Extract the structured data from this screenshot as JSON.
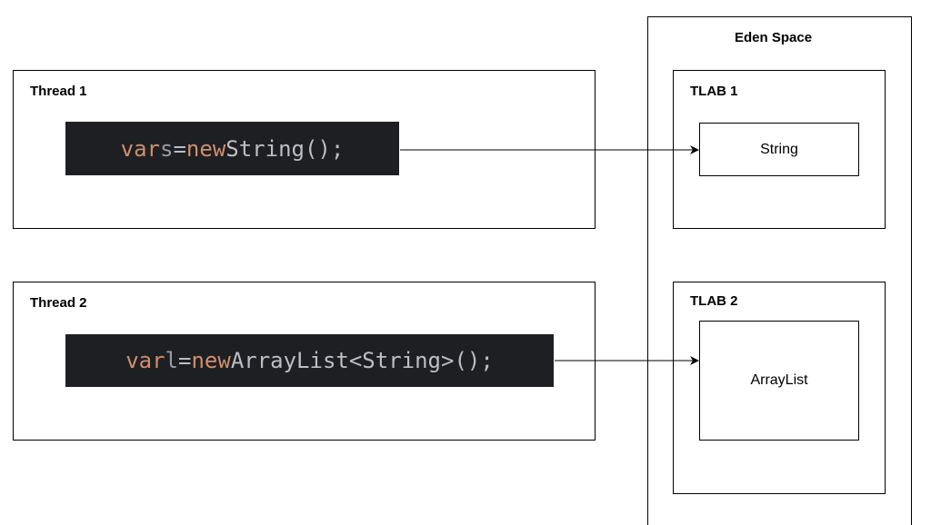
{
  "eden_space": {
    "title": "Eden Space",
    "tlabs": [
      {
        "title": "TLAB 1",
        "object": "String"
      },
      {
        "title": "TLAB 2",
        "object": "ArrayList"
      }
    ]
  },
  "threads": [
    {
      "title": "Thread 1",
      "code": {
        "kw1": "var",
        "var": "s",
        "eq": "=",
        "kw2": "new",
        "rest": "String();"
      }
    },
    {
      "title": "Thread 2",
      "code": {
        "kw1": "var",
        "var": "l",
        "eq": "=",
        "kw2": "new",
        "rest": "ArrayList<String>();"
      }
    }
  ],
  "colors": {
    "code_background": "#1e1f22",
    "keyword": "#cf8e6d",
    "variable": "#9a9ca3",
    "text": "#bcbec4"
  }
}
